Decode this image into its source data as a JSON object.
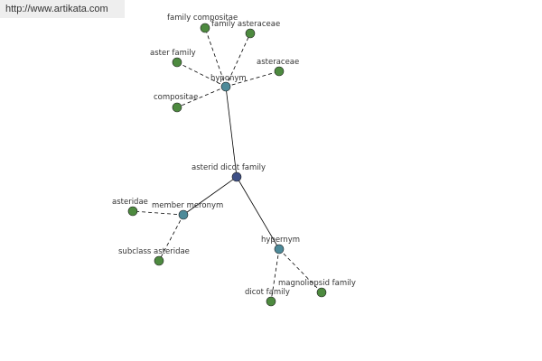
{
  "watermark": {
    "text": "http://www.artikata.com"
  },
  "colors": {
    "root_node": "#3d4f86",
    "relation_node": "#4d8a99",
    "leaf_node": "#4d8a3f",
    "edge": "#000000"
  },
  "graph": {
    "root": {
      "label": "asterid dicot family"
    },
    "relations": [
      {
        "label": "hyponym",
        "leaves": [
          "family compositae",
          "family asteraceae",
          "aster family",
          "asteraceae",
          "compositae"
        ]
      },
      {
        "label": "member meronym",
        "leaves": [
          "asteridae",
          "subclass asteridae"
        ]
      },
      {
        "label": "hypernym",
        "leaves": [
          "dicot family",
          "magnoliopsid family"
        ]
      }
    ]
  }
}
